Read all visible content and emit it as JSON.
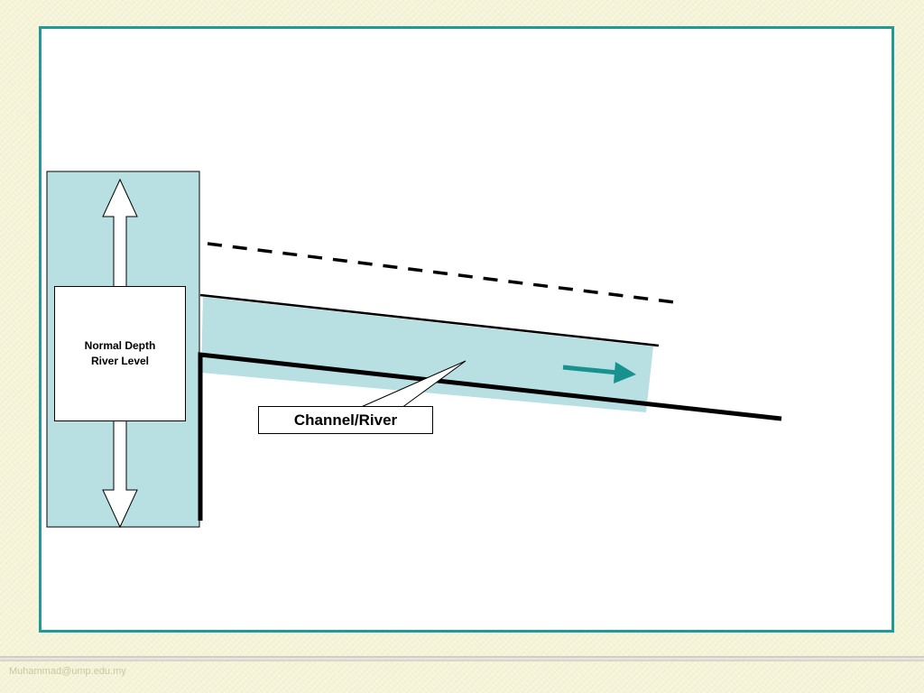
{
  "diagram": {
    "normal_depth_label": "Normal Depth\nRiver Level",
    "channel_label": "Channel/River",
    "colors": {
      "water": "#b8dfe2",
      "frame": "#1f9a96",
      "flow_arrow": "#17928f",
      "line": "#000000"
    },
    "icons": [
      "up-arrow-icon",
      "down-arrow-icon",
      "flow-direction-arrow-icon"
    ]
  },
  "footer": {
    "email": "Muhammad@ump.edu.my"
  }
}
